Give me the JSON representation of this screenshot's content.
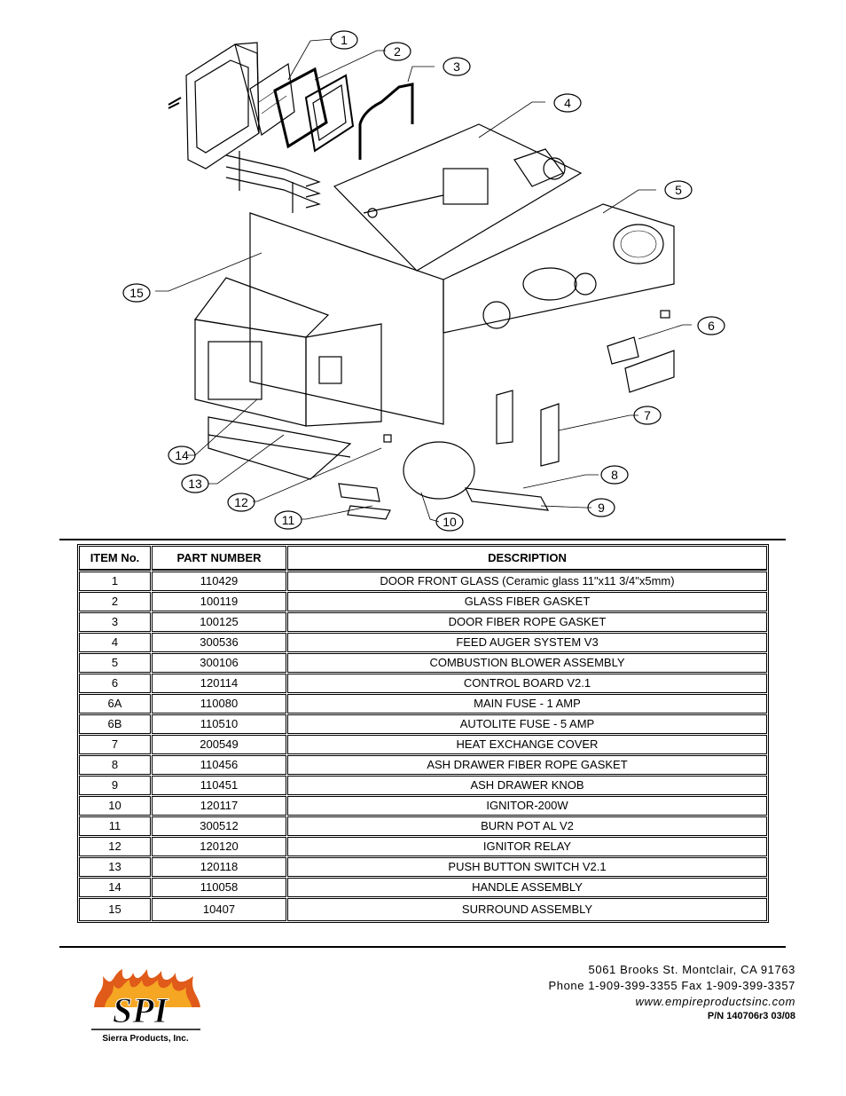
{
  "callouts": [
    "1",
    "2",
    "3",
    "4",
    "5",
    "6",
    "7",
    "8",
    "9",
    "10",
    "11",
    "12",
    "13",
    "14",
    "15"
  ],
  "table": {
    "headers": [
      "ITEM No.",
      "PART NUMBER",
      "DESCRIPTION"
    ],
    "rows": [
      [
        "1",
        "110429",
        "DOOR FRONT GLASS (Ceramic glass 11\"x11 3/4\"x5mm)"
      ],
      [
        "2",
        "100119",
        "GLASS FIBER GASKET"
      ],
      [
        "3",
        "100125",
        "DOOR FIBER ROPE GASKET"
      ],
      [
        "4",
        "300536",
        "FEED AUGER SYSTEM V3"
      ],
      [
        "5",
        "300106",
        "COMBUSTION BLOWER ASSEMBLY"
      ],
      [
        "6",
        "120114",
        "CONTROL BOARD V2.1"
      ],
      [
        "6A",
        "110080",
        "MAIN FUSE - 1 AMP"
      ],
      [
        "6B",
        "110510",
        "AUTOLITE FUSE - 5 AMP"
      ],
      [
        "7",
        "200549",
        "HEAT EXCHANGE COVER"
      ],
      [
        "8",
        "110456",
        "ASH DRAWER FIBER ROPE GASKET"
      ],
      [
        "9",
        "110451",
        "ASH DRAWER KNOB"
      ],
      [
        "10",
        "120117",
        "IGNITOR-200W"
      ],
      [
        "11",
        "300512",
        "BURN POT AL V2"
      ],
      [
        "12",
        "120120",
        "IGNITOR RELAY"
      ],
      [
        "13",
        "120118",
        "PUSH BUTTON SWITCH V2.1"
      ],
      [
        "14",
        "110058",
        "HANDLE ASSEMBLY"
      ],
      [
        "15",
        "10407",
        "SURROUND ASSEMBLY"
      ]
    ]
  },
  "footer": {
    "address": "5061 Brooks St. Montclair, CA 91763",
    "phone": "Phone 1-909-399-3355 Fax 1-909-399-3357",
    "website": "www.empireproductsinc.com",
    "part_number": "P/N 140706r3 03/08"
  },
  "logo": {
    "text": "SPI",
    "subtitle": "Sierra Products, Inc.",
    "flame_color": "#e05a1a",
    "flame_inner_color": "#f5a623"
  }
}
